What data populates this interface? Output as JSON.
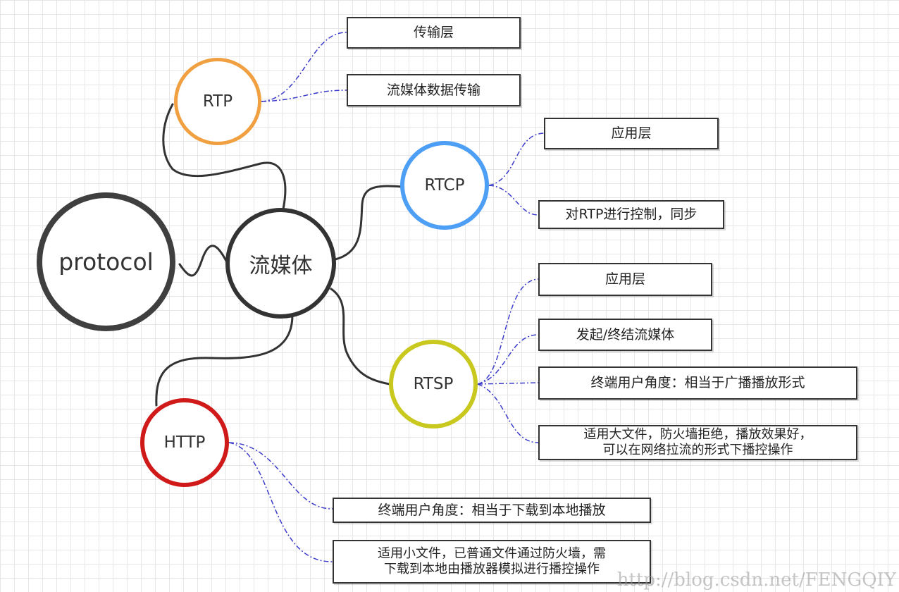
{
  "root": {
    "label": "protocol",
    "color": "#3f3f3f"
  },
  "center": {
    "label": "流媒体",
    "color": "#333333"
  },
  "protocols": {
    "rtp": {
      "label": "RTP",
      "color": "#f0a040"
    },
    "rtcp": {
      "label": "RTCP",
      "color": "#4d9ff5"
    },
    "rtsp": {
      "label": "RTSP",
      "color": "#c8c81e"
    },
    "http": {
      "label": "HTTP",
      "color": "#d01a1a"
    }
  },
  "notes": {
    "rtp": [
      "传输层",
      "流媒体数据传输"
    ],
    "rtcp": [
      "应用层",
      "对RTP进行控制，同步"
    ],
    "rtsp": [
      "应用层",
      "发起/终结流媒体",
      "终端用户角度：相当于广播播放形式",
      "适用大文件，防火墙拒绝，播放效果好，\n可以在网络拉流的形式下播控操作"
    ],
    "http": [
      "终端用户角度：相当于下载到本地播放",
      "适用小文件，已普通文件通过防火墙，需\n下载到本地由播放器模拟进行播控操作"
    ]
  },
  "link_color": "#3c3ccc",
  "watermark": "http://blog.csdn.net/FENGQIY"
}
